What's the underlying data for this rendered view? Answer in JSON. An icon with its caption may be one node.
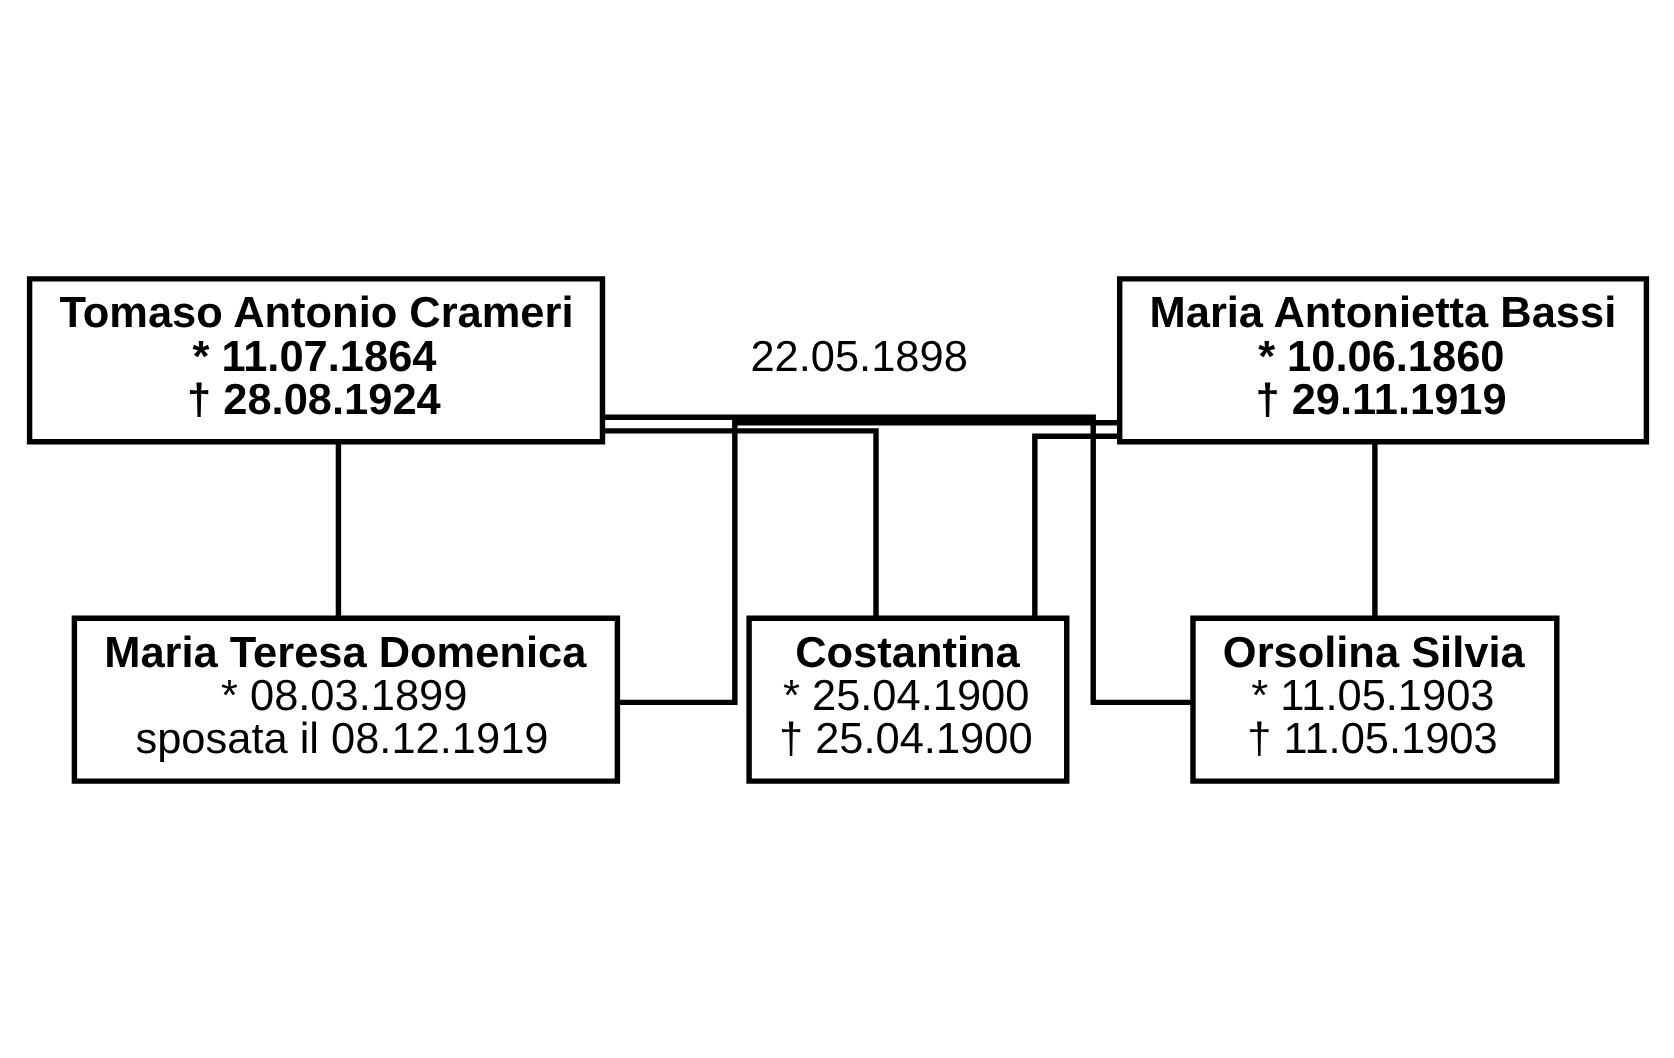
{
  "diagram": {
    "nodes": [
      {
        "text": [
          "Tomaso Antonio Crameri",
          "* 11.07.1864",
          "† 28.08.1924"
        ]
      },
      {
        "text": [
          "Maria Antonietta Bassi",
          "* 10.06.1860",
          "† 29.11.1919"
        ]
      },
      {
        "text": [
          "Maria Teresa Domenica",
          "* 08.03.1899",
          "sposata il 08.12.1919"
        ]
      },
      {
        "text": [
          "Costantina",
          "* 25.04.1900",
          "† 25.04.1900"
        ]
      },
      {
        "text": [
          "Orsolina Silvia",
          "* 11.05.1903",
          "† 11.05.1903"
        ]
      }
    ],
    "edges": [
      {
        "from": 0,
        "to": 2,
        "arrow": "none"
      },
      {
        "from": 0,
        "to": 3,
        "arrow": "none"
      },
      {
        "from": 0,
        "to": 4,
        "arrow": "none"
      },
      {
        "from": 1,
        "to": 2,
        "arrow": "none"
      },
      {
        "from": 1,
        "to": 3,
        "arrow": "none"
      },
      {
        "from": 1,
        "to": 4,
        "arrow": "none"
      }
    ],
    "labels": [
      "22.05.1898"
    ]
  }
}
